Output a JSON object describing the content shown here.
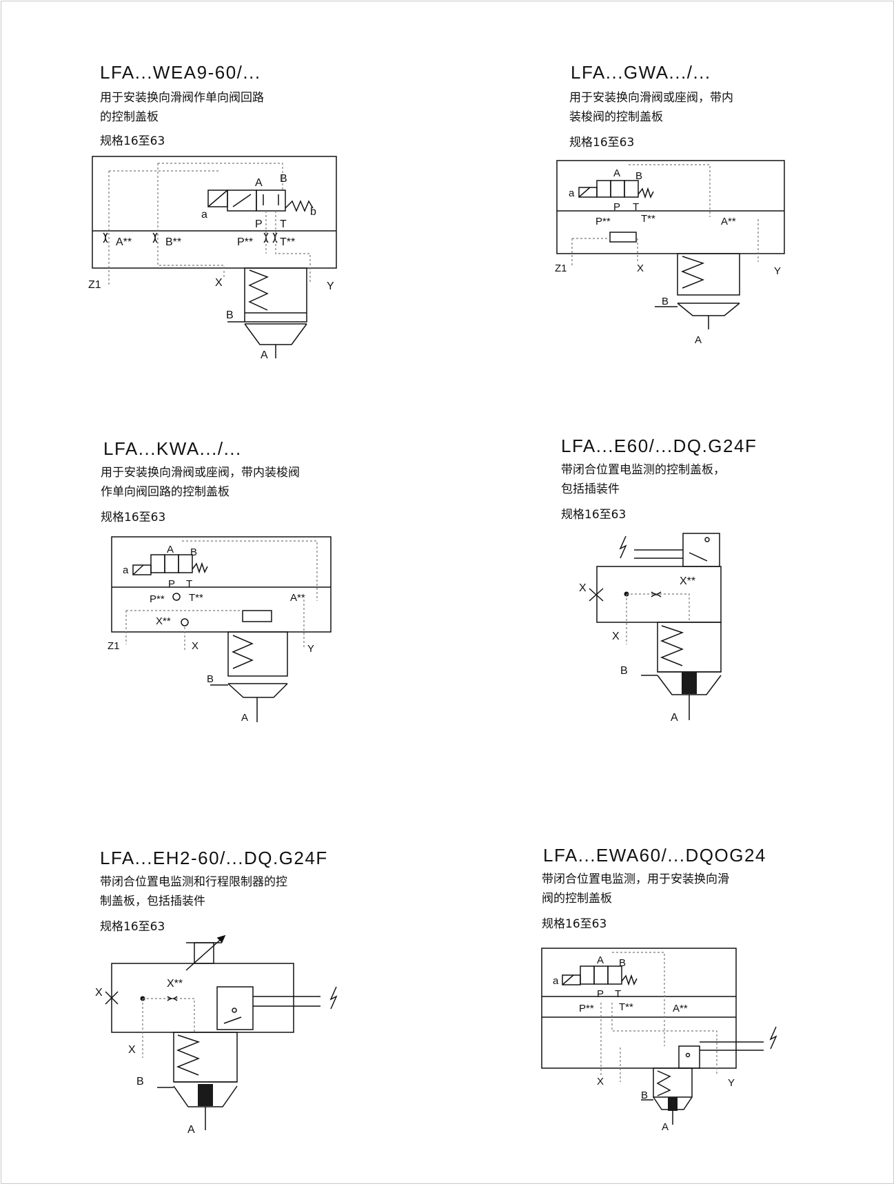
{
  "panels": [
    {
      "title": "LFA...WEA9-60/...",
      "desc1": "用于安装换向滑阀作单向阀回路",
      "desc2": "的控制盖板",
      "spec": "规格16至63",
      "labels": {
        "a": "a",
        "b": "b",
        "A": "A",
        "B": "B",
        "P": "P",
        "T": "T",
        "Aport": "A**",
        "Bport": "B**",
        "Pport": "P**",
        "Tport": "T**",
        "Z1": "Z1",
        "X": "X",
        "Y": "Y",
        "B2": "B",
        "A2": "A"
      }
    },
    {
      "title": "LFA...GWA.../...",
      "desc1": "用于安装换向滑阀或座阀，带内",
      "desc2": "装梭阀的控制盖板",
      "spec": "规格16至63",
      "labels": {
        "a": "a",
        "A": "A",
        "B": "B",
        "P": "P",
        "T": "T",
        "Pport": "P**",
        "Tport": "T**",
        "Aport": "A**",
        "Z1": "Z1",
        "X": "X",
        "Y": "Y",
        "B2": "B",
        "A2": "A"
      }
    },
    {
      "title": "LFA...KWA.../...",
      "desc1": "用于安装换向滑阀或座阀，带内装梭阀",
      "desc2": "作单向阀回路的控制盖板",
      "spec": "规格16至63",
      "labels": {
        "a": "a",
        "A": "A",
        "B": "B",
        "P": "P",
        "T": "T",
        "Pport": "P**",
        "Tport": "T**",
        "Aport": "A**",
        "Xport": "X**",
        "Z1": "Z1",
        "X": "X",
        "Y": "Y",
        "B2": "B",
        "A2": "A"
      }
    },
    {
      "title": "LFA...E60/...DQ.G24F",
      "desc1": "带闭合位置电监测的控制盖板，",
      "desc2": "包括插装件",
      "spec": "规格16至63",
      "labels": {
        "X": "X",
        "Xport": "X**",
        "X2": "X",
        "B": "B",
        "A": "A"
      }
    },
    {
      "title": "LFA...EH2-60/...DQ.G24F",
      "desc1": "带闭合位置电监测和行程限制器的控",
      "desc2": "制盖板，包括插装件",
      "spec": "规格16至63",
      "labels": {
        "X": "X",
        "Xport": "X**",
        "X2": "X",
        "B": "B",
        "A": "A"
      }
    },
    {
      "title": "LFA...EWA60/...DQOG24",
      "desc1": "带闭合位置电监测，用于安装换向滑",
      "desc2": "阀的控制盖板",
      "spec": "规格16至63",
      "labels": {
        "a": "a",
        "A": "A",
        "B": "B",
        "P": "P",
        "T": "T",
        "Pport": "P**",
        "Tport": "T**",
        "Aport": "A**",
        "X": "X",
        "Y": "Y",
        "B2": "B",
        "A2": "A"
      }
    }
  ]
}
